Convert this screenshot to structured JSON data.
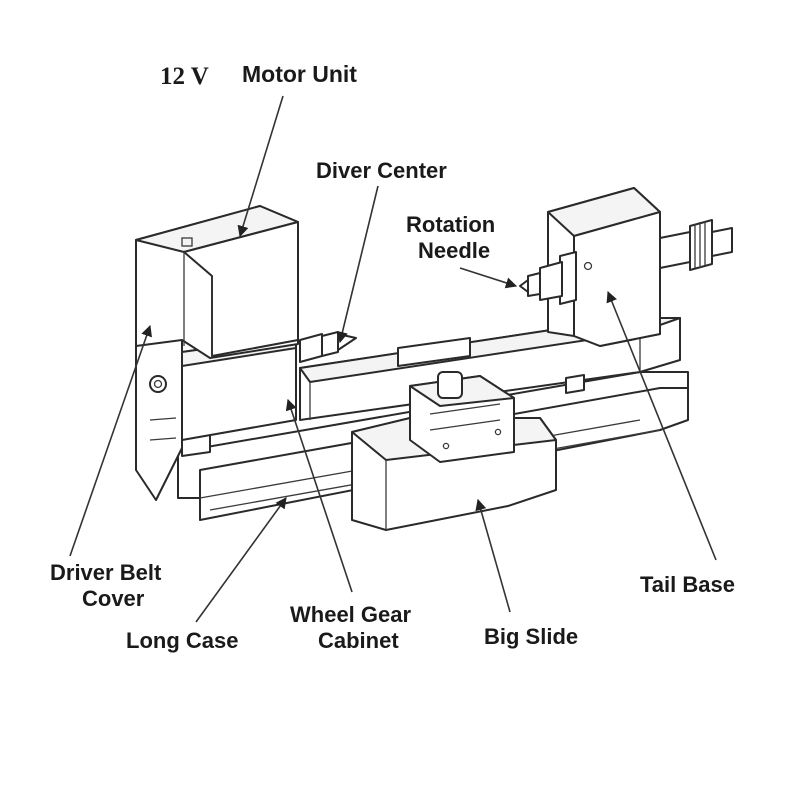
{
  "labels": {
    "motor_unit_num": "12 V",
    "motor_unit_text": "Motor Unit",
    "diver_center": "Diver Center",
    "rotation_needle_1": "Rotation",
    "rotation_needle_2": "Needle",
    "driver_belt_cover_1": "Driver Belt",
    "driver_belt_cover_2": "Cover",
    "long_case": "Long Case",
    "wheel_gear_cabinet_1": "Wheel Gear",
    "wheel_gear_cabinet_2": "Cabinet",
    "big_slide": "Big Slide",
    "tail_base": "Tail Base"
  }
}
